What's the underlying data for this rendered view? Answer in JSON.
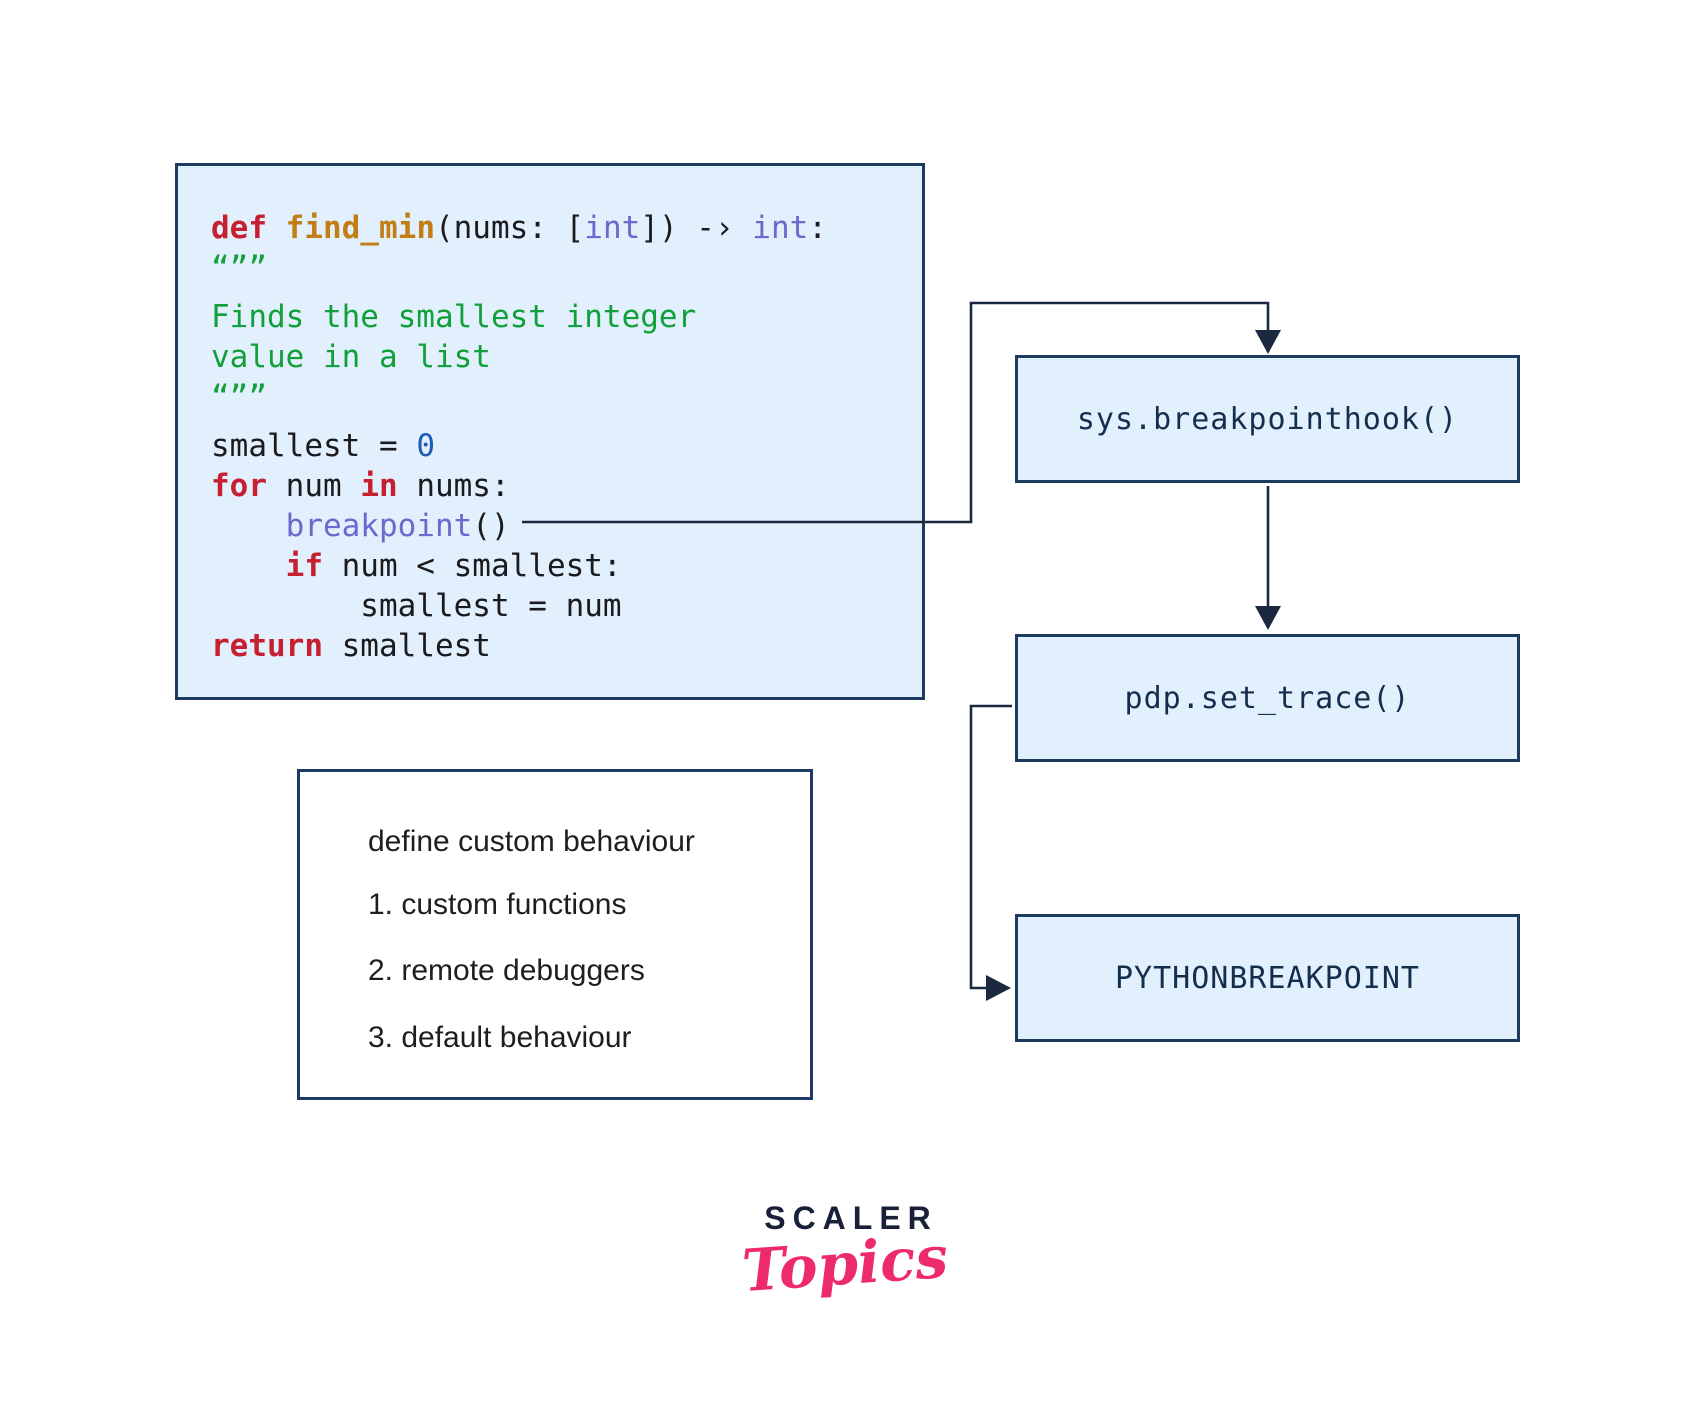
{
  "colors": {
    "box_fill": "#e2effc",
    "box_border": "#1d3a5f",
    "line": "#1a2940",
    "keyword_red": "#c51f30",
    "function_orange": "#c17e15",
    "type_purple": "#6e67cd",
    "string_green": "#12a03b",
    "number_blue": "#1f5cb8",
    "logo_navy": "#192138",
    "logo_pink": "#ed2a6e"
  },
  "code_block": {
    "lines": [
      {
        "tokens": [
          {
            "text": "def",
            "style": "kw"
          },
          {
            "text": " ",
            "style": "pl"
          },
          {
            "text": "find_min",
            "style": "fn"
          },
          {
            "text": "(nums: [",
            "style": "pl"
          },
          {
            "text": "int",
            "style": "tp"
          },
          {
            "text": "]) -› ",
            "style": "pl"
          },
          {
            "text": "int",
            "style": "tp"
          },
          {
            "text": ":",
            "style": "pl"
          }
        ]
      },
      {
        "tokens": [
          {
            "text": "“””",
            "style": "st"
          }
        ]
      },
      {
        "tokens": [
          {
            "text": "Finds the smallest integer",
            "style": "st"
          }
        ]
      },
      {
        "tokens": [
          {
            "text": "value in a list",
            "style": "st"
          }
        ]
      },
      {
        "tokens": [
          {
            "text": "“””",
            "style": "st"
          }
        ]
      },
      {
        "tokens": [
          {
            "text": "smallest = ",
            "style": "pl"
          },
          {
            "text": "0",
            "style": "nm"
          }
        ]
      },
      {
        "tokens": [
          {
            "text": "for",
            "style": "kw"
          },
          {
            "text": " num ",
            "style": "pl"
          },
          {
            "text": "in",
            "style": "kw"
          },
          {
            "text": " nums:",
            "style": "pl"
          }
        ]
      },
      {
        "tokens": [
          {
            "text": "    ",
            "style": "pl"
          },
          {
            "text": "breakpoint",
            "style": "tp"
          },
          {
            "text": "()",
            "style": "pl"
          }
        ]
      },
      {
        "tokens": [
          {
            "text": "    ",
            "style": "pl"
          },
          {
            "text": "if",
            "style": "kw"
          },
          {
            "text": " num < smallest:",
            "style": "pl"
          }
        ]
      },
      {
        "tokens": [
          {
            "text": "        smallest = num",
            "style": "pl"
          }
        ]
      },
      {
        "tokens": [
          {
            "text": "return",
            "style": "kw"
          },
          {
            "text": " smallest",
            "style": "pl"
          }
        ]
      }
    ]
  },
  "flow_boxes": [
    {
      "label": "sys.breakpointhook()"
    },
    {
      "label": "pdp.set_trace()"
    },
    {
      "label": "PYTHONBREAKPOINT"
    }
  ],
  "note_box": {
    "title": "define custom behaviour",
    "items": [
      "1. custom functions",
      "2. remote debuggers",
      "3. default behaviour"
    ]
  },
  "logo": {
    "line1": "SCALER",
    "line2": "Topics"
  }
}
